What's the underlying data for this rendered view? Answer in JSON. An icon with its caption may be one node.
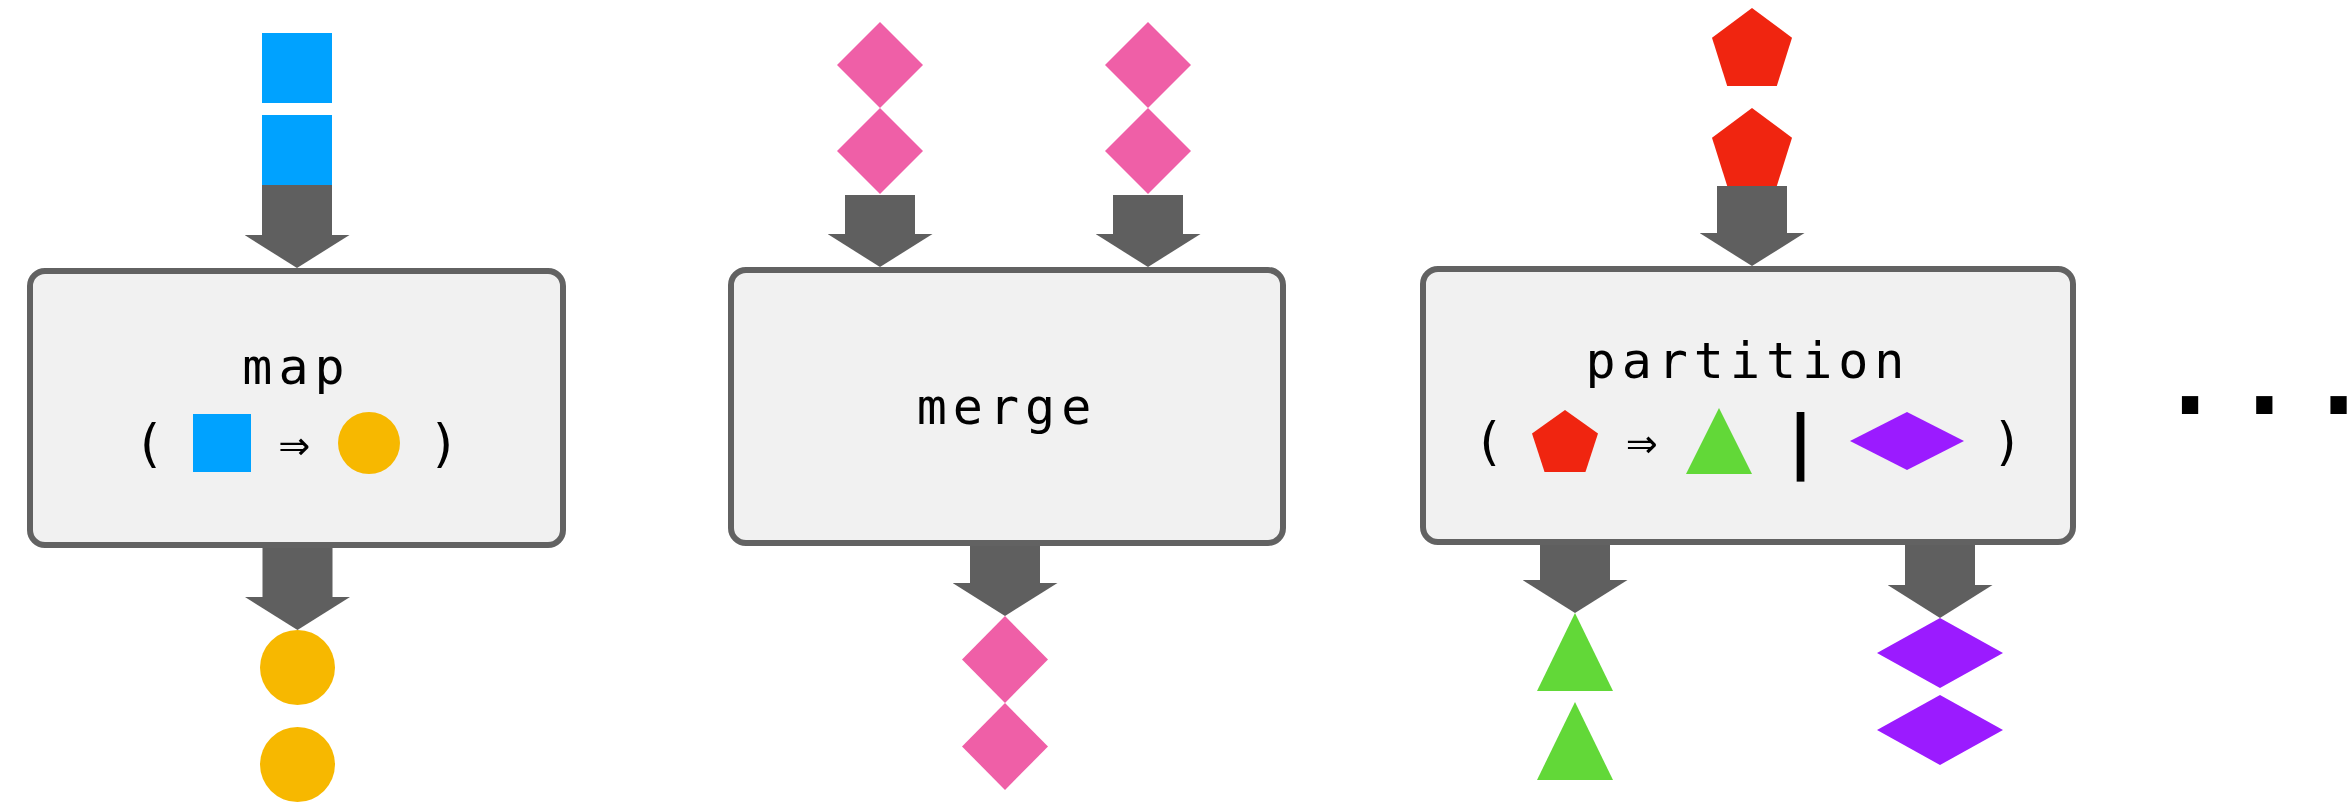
{
  "diagram": {
    "nodes": [
      {
        "text": [],
        "shape": "square"
      },
      {
        "text": [
          "map",
          "(",
          "⇒",
          ")"
        ]
      },
      {
        "text": [],
        "shape": "circle"
      },
      {
        "text": [],
        "shape": "diamond"
      },
      {
        "text": [],
        "shape": "diamond"
      },
      {
        "text": [
          "merge"
        ]
      },
      {
        "text": [],
        "shape": "diamond"
      },
      {
        "text": [],
        "shape": "pentagon"
      },
      {
        "text": [
          "partition",
          "(",
          "⇒",
          "|",
          ")"
        ]
      },
      {
        "text": [],
        "shape": "triangle"
      },
      {
        "text": [],
        "shape": "diamond"
      }
    ],
    "edges": [
      {
        "from": 0,
        "to": 1,
        "arrow": "to"
      },
      {
        "from": 1,
        "to": 2,
        "arrow": "to"
      },
      {
        "from": 3,
        "to": 5,
        "arrow": "to"
      },
      {
        "from": 4,
        "to": 5,
        "arrow": "to"
      },
      {
        "from": 5,
        "to": 6,
        "arrow": "to"
      },
      {
        "from": 7,
        "to": 8,
        "arrow": "to"
      },
      {
        "from": 8,
        "to": 9,
        "arrow": "to"
      },
      {
        "from": 8,
        "to": 10,
        "arrow": "to"
      }
    ],
    "labels": [
      "..."
    ]
  }
}
